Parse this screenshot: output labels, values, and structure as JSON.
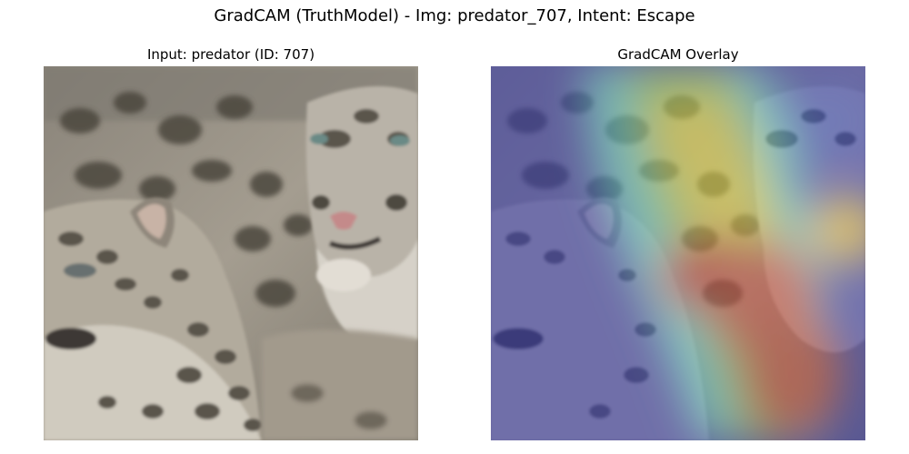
{
  "figure": {
    "title": "GradCAM (TruthModel) - Img: predator_707, Intent: Escape"
  },
  "panels": {
    "input": {
      "title": "Input: predator (ID: 707)",
      "subject": "snow leopards (adult and cub) photograph"
    },
    "overlay": {
      "title": "GradCAM Overlay",
      "colormap": "jet",
      "subject": "same photograph with GradCAM heatmap overlay"
    }
  },
  "colors": {
    "background": "#ffffff",
    "text": "#000000",
    "fur_light": "#c9c3b8",
    "fur_mid": "#9a9385",
    "fur_dark": "#4b463e",
    "spot": "#3d3934",
    "heat_low": "#3b3fb3",
    "heat_mid_cyan": "#5fd3d8",
    "heat_mid_yellow": "#e6da4b",
    "heat_high": "#c7443b"
  }
}
